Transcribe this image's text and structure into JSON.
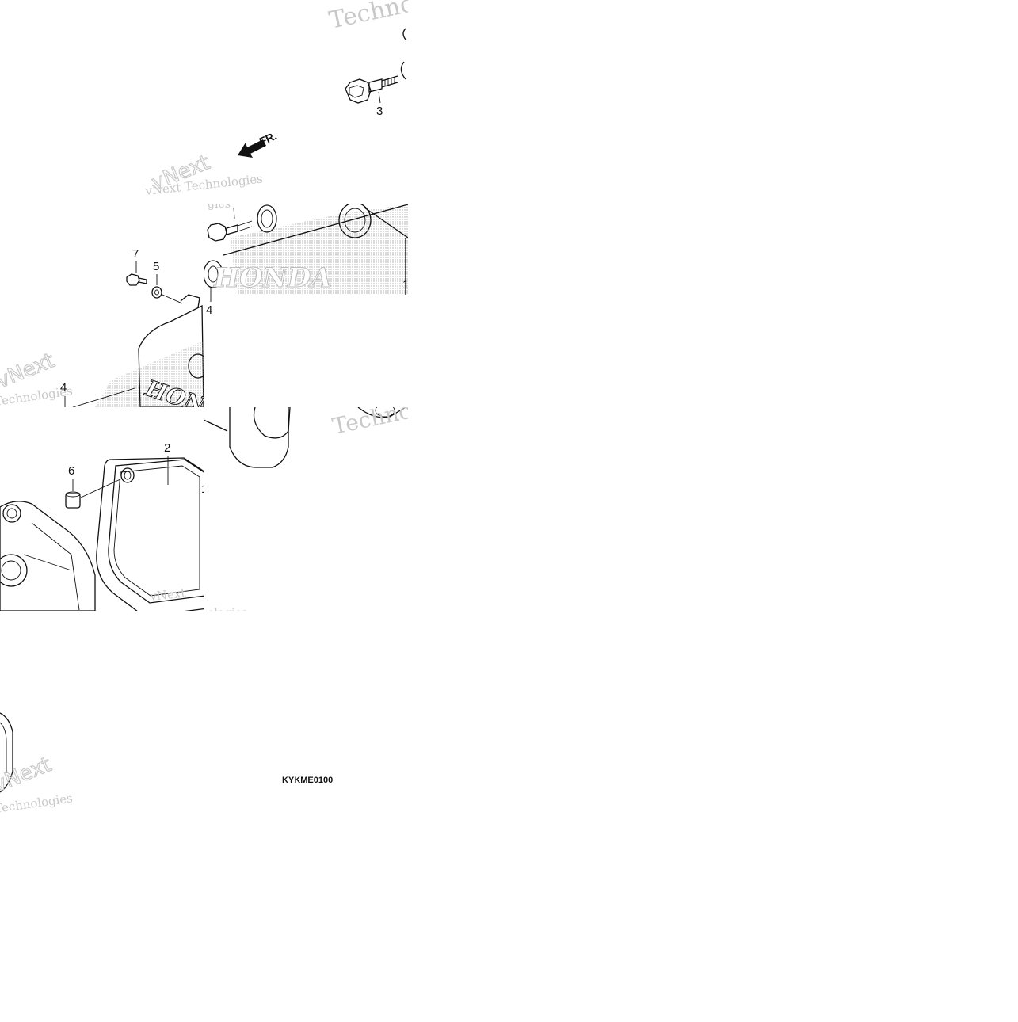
{
  "diagram": {
    "callouts": [
      "1",
      "2",
      "3",
      "4",
      "5",
      "6",
      "7"
    ],
    "direction_label": "FR.",
    "brand_text": "HONDA",
    "code": "KYKME0100",
    "watermarks": {
      "vnext": "vNext",
      "technologies": "Technologies",
      "vnext_tech": "vNext Technologies"
    }
  }
}
